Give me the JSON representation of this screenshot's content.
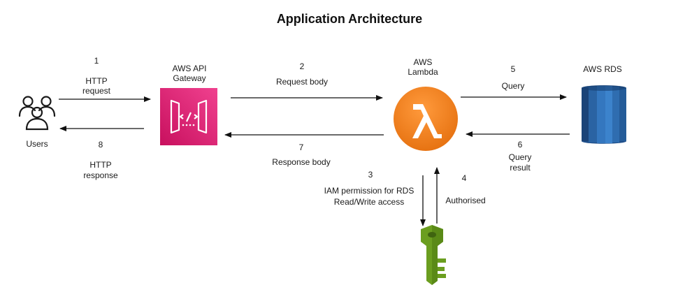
{
  "title": "Application Architecture",
  "nodes": {
    "users": {
      "label": "Users",
      "icon": "users-icon"
    },
    "api_gateway": {
      "label_line1": "AWS API",
      "label_line2": "Gateway",
      "icon": "api-gateway-icon",
      "color": "#E7157B"
    },
    "lambda": {
      "label_line1": "AWS",
      "label_line2": "Lambda",
      "icon": "lambda-icon",
      "color": "#ED7100"
    },
    "rds": {
      "label": "AWS RDS",
      "icon": "rds-database-icon",
      "color": "#2E73B8"
    },
    "iam": {
      "icon": "iam-key-icon",
      "color": "#6B9E1F"
    }
  },
  "steps": {
    "s1": {
      "number": "1",
      "line1": "HTTP",
      "line2": "request"
    },
    "s2": {
      "number": "2",
      "text": "Request body"
    },
    "s3": {
      "number": "3",
      "line1": "IAM permission for RDS",
      "line2": "Read/Write access"
    },
    "s4": {
      "number": "4",
      "text": "Authorised"
    },
    "s5": {
      "number": "5",
      "text": "Query"
    },
    "s6": {
      "number": "6",
      "line1": "Query",
      "line2": "result"
    },
    "s7": {
      "number": "7",
      "text": "Response body"
    },
    "s8": {
      "number": "8",
      "line1": "HTTP",
      "line2": "response"
    }
  }
}
